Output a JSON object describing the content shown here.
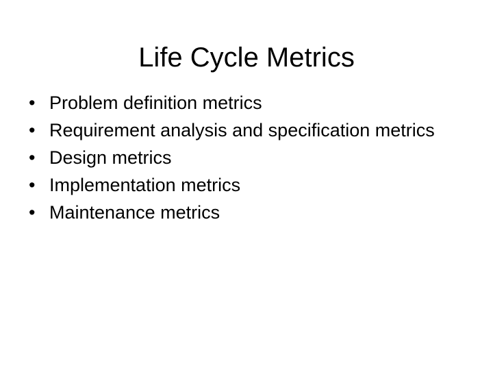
{
  "slide": {
    "title": "Life Cycle Metrics",
    "bullet_glyph": "•",
    "bullets": [
      "Problem definition metrics",
      "Requirement analysis and specification metrics",
      "Design metrics",
      "Implementation metrics",
      "Maintenance metrics"
    ]
  }
}
